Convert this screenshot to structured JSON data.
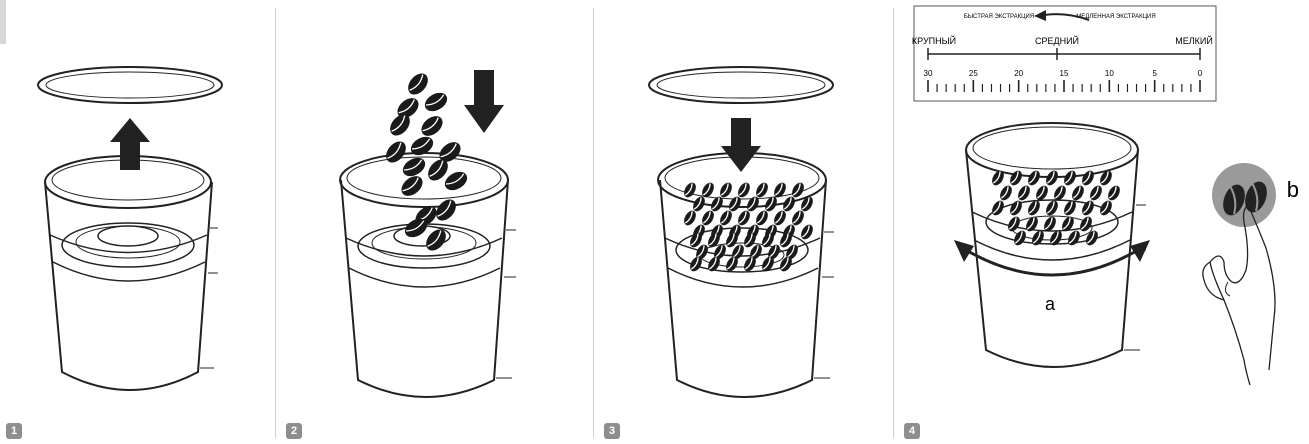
{
  "steps": [
    {
      "number": "1"
    },
    {
      "number": "2"
    },
    {
      "number": "3"
    },
    {
      "number": "4"
    }
  ],
  "scale": {
    "fast_extraction": "БЫСТРАЯ ЭКСТРАКЦИЯ",
    "slow_extraction": "МЕДЛЕННАЯ ЭКСТРАКЦИЯ",
    "coarse": "КРУПНЫЙ",
    "medium": "СРЕДНИЙ",
    "fine": "МЕЛКИЙ",
    "ticks": [
      "30",
      "25",
      "20",
      "15",
      "10",
      "5",
      "0"
    ]
  },
  "labels": {
    "rotate": "a",
    "button": "b"
  },
  "colors": {
    "line": "#222222",
    "fill": "#ffffff",
    "badge": "#8e8e8e",
    "grey": "#9a9a9a"
  }
}
